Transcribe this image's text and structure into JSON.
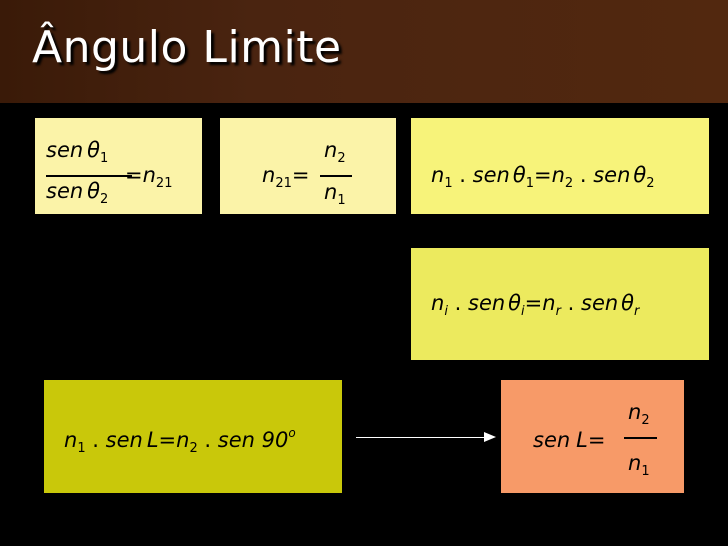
{
  "slide": {
    "title": "Ângulo Limite"
  },
  "sym": {
    "sen": "sen",
    "theta": "θ",
    "eq": "=",
    "dot": ".",
    "n": "n",
    "L": "L",
    "sen90": "sen 90",
    "o": "o",
    "i": "i",
    "r": "r",
    "s1": "1",
    "s2": "2",
    "s21": "21"
  },
  "colors": {
    "title_bar": "#4a2410",
    "box_pale": "#fbf3a8",
    "box_yellow": "#f7f37a",
    "box_lime": "#ecea5e",
    "box_olive": "#c9c80a",
    "box_orange": "#f79a68"
  }
}
